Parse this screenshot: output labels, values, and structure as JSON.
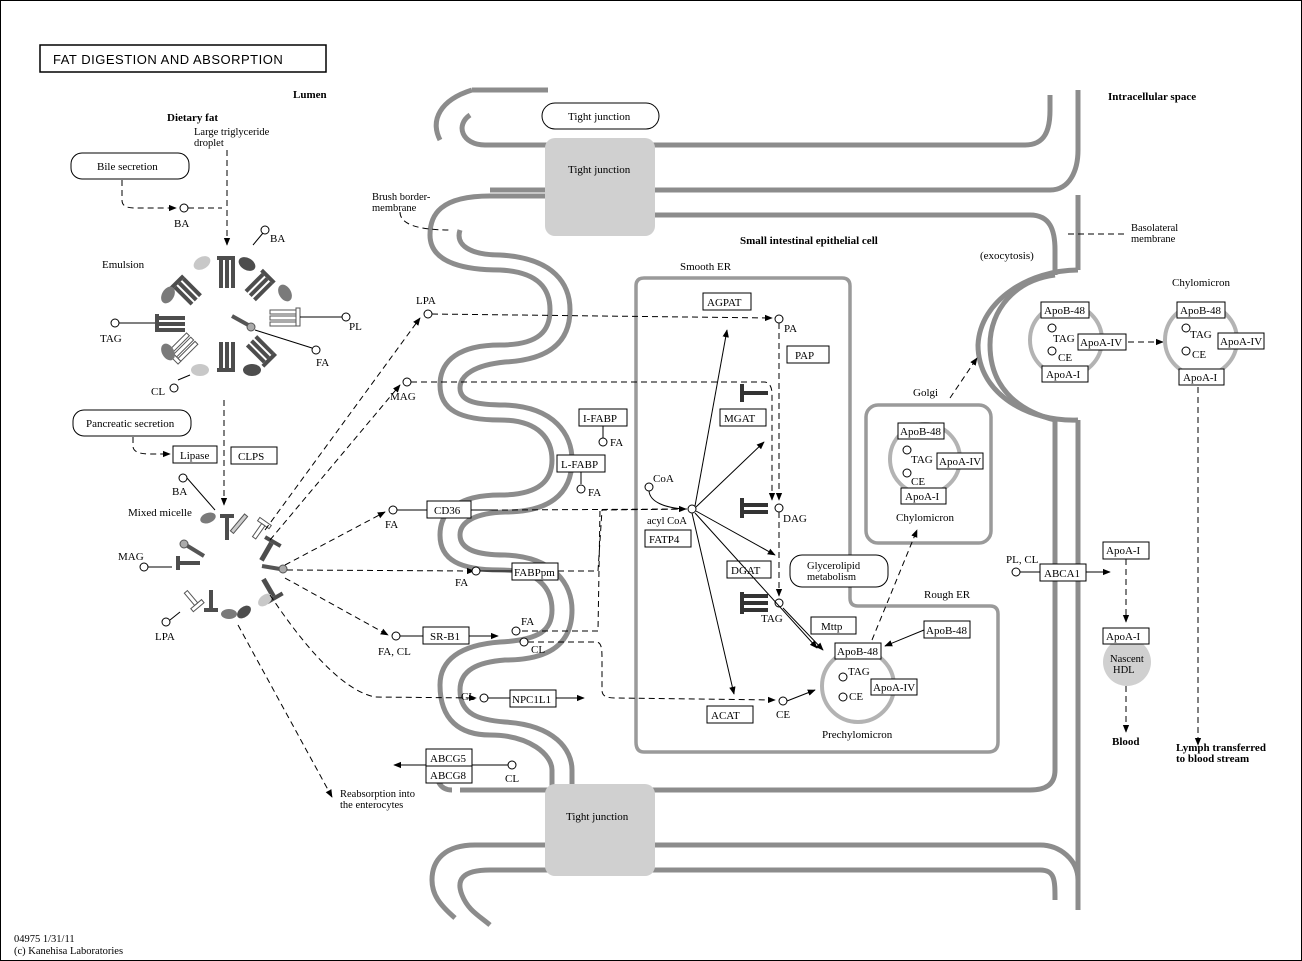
{
  "title": "FAT DIGESTION AND ABSORPTION",
  "regions": {
    "lumen": "Lumen",
    "intracellular": "Intracellular space",
    "cell": "Small intestinal epithelial cell",
    "smooth_er": "Smooth ER",
    "rough_er": "Rough ER",
    "golgi": "Golgi",
    "exocytosis": "(exocytosis)",
    "brush_border": [
      "Brush border-",
      "membrane"
    ],
    "basolateral": [
      "Basolateral",
      "membrane"
    ]
  },
  "tight_junctions": [
    "Tight junction",
    "Tight junction",
    "Tight junction"
  ],
  "lumen_labels": {
    "dietary_fat": "Dietary fat",
    "droplet": [
      "Large triglyceride",
      "droplet"
    ],
    "emulsion": "Emulsion",
    "mixed_micelle": "Mixed micelle",
    "reabsorption": [
      "Reabsorption into",
      "the enterocytes"
    ]
  },
  "maps": {
    "bile": "Bile secretion",
    "pancreatic": "Pancreatic secretion",
    "glycerolipid": [
      "Glycerolipid",
      "metabolism"
    ]
  },
  "genes": {
    "lipase": "Lipase",
    "clps": "CLPS",
    "cd36": "CD36",
    "fabppm": "FABPpm",
    "srb1": "SR-B1",
    "npc1l1": "NPC1L1",
    "abcg5": "ABCG5",
    "abcg8": "ABCG8",
    "agpat": "AGPAT",
    "pap": "PAP",
    "mgat": "MGAT",
    "dgat": "DGAT",
    "ifabp": "I-FABP",
    "lfabp": "L-FABP",
    "fatp4": "FATP4",
    "acat": "ACAT",
    "mttp": "Mttp",
    "abca1": "ABCA1"
  },
  "compounds": {
    "ba": "BA",
    "tag": "TAG",
    "pl": "PL",
    "fa": "FA",
    "cl": "CL",
    "mag": "MAG",
    "lpa": "LPA",
    "fa_cl": "FA, CL",
    "pa": "PA",
    "dag": "DAG",
    "coa": "CoA",
    "acyl_coa": "acyl CoA",
    "ce": "CE",
    "pl_cl": "PL, CL"
  },
  "lipoproteins": {
    "apob48": "ApoB-48",
    "apoa4": "ApoA-IV",
    "apoa1": "ApoA-I",
    "chylomicron": "Chylomicron",
    "prechylomicron": "Prechylomicron",
    "nascent_hdl": [
      "Nascent",
      "HDL"
    ]
  },
  "outputs": {
    "blood": "Blood",
    "lymph": [
      "Lymph transferred",
      "to blood stream"
    ]
  },
  "footer": [
    "04975 1/31/11",
    "(c) Kanehisa Laboratories"
  ]
}
